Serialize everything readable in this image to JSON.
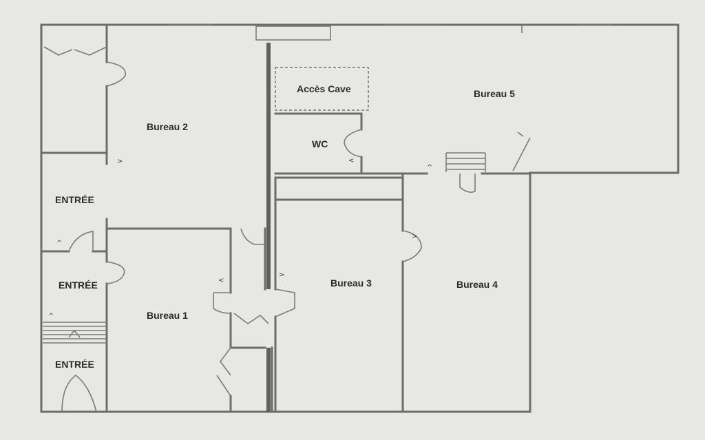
{
  "plan": {
    "rooms": {
      "bureau1": "Bureau 1",
      "bureau2": "Bureau 2",
      "bureau3": "Bureau 3",
      "bureau4": "Bureau 4",
      "bureau5": "Bureau 5",
      "acces_cave": "Accès Cave",
      "wc": "WC",
      "entree_top": "ENTRÉE",
      "entree_middle": "ENTRÉE",
      "entree_bottom": "ENTRÉE"
    },
    "colors": {
      "paper": "#e7e8e5",
      "line": "#6c6c6c",
      "text": "#2a2a2a"
    }
  }
}
